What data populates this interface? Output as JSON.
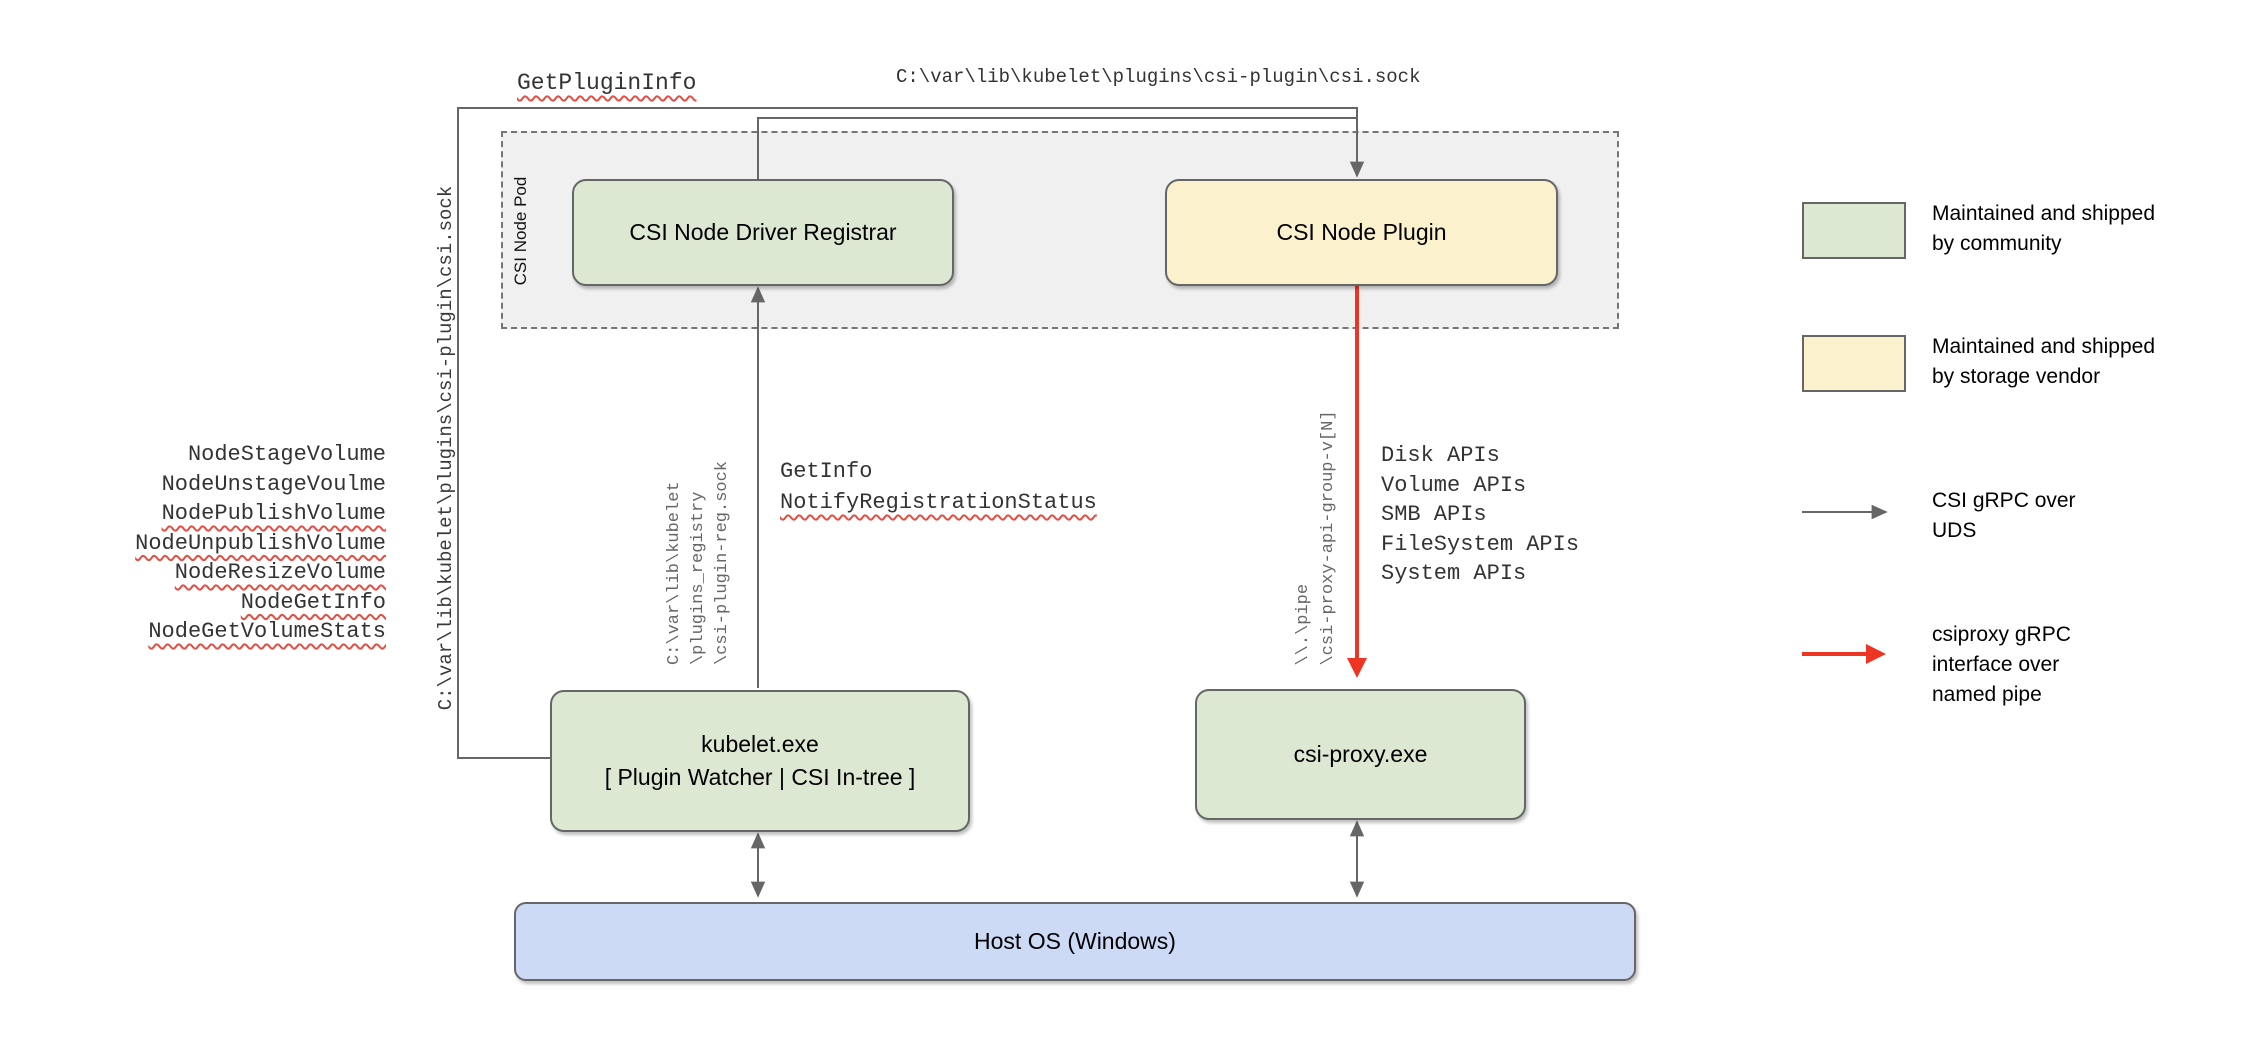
{
  "labels": {
    "get_plugin_info": "GetPluginInfo",
    "csi_sock_top": "C:\\var\\lib\\kubelet\\plugins\\csi-plugin\\csi.sock",
    "csi_sock_left": "C:\\var\\lib\\kubelet\\plugins\\csi-plugin\\csi.sock",
    "get_info": "GetInfo",
    "notify_registration_status": "NotifyRegistrationStatus"
  },
  "pod": {
    "label": "CSI Node Pod",
    "registrar": "CSI Node Driver Registrar",
    "plugin": "CSI Node Plugin"
  },
  "nodes": {
    "kubelet": "kubelet.exe\n[ Plugin Watcher | CSI In-tree ]",
    "csi_proxy": "csi-proxy.exe",
    "host_os": "Host OS (Windows)"
  },
  "node_methods": [
    "NodeStageVolume",
    "NodeUnstageVoulme",
    "NodePublishVolume",
    "NodeUnpublishVolume",
    "NodeResizeVolume",
    "NodeGetInfo",
    "NodeGetVolumeStats"
  ],
  "registration_socket_lines": [
    "C:\\var\\lib\\kubelet",
    "\\plugins_registry",
    "\\csi-plugin-reg.sock"
  ],
  "named_pipe_lines": [
    "\\\\.\\pipe",
    "\\csi-proxy-api-group-v[N]"
  ],
  "api_groups": [
    "Disk APIs",
    "Volume APIs",
    "SMB APIs",
    "FileSystem APIs",
    "System APIs"
  ],
  "legend": {
    "community": "Maintained and shipped\nby community",
    "vendor": "Maintained and shipped\nby storage vendor",
    "uds": "CSI gRPC over\nUDS",
    "pipe": "csiproxy gRPC\ninterface over\nnamed pipe"
  },
  "colors": {
    "community_fill": "#dde8d3",
    "vendor_fill": "#fbf1cc",
    "host_fill": "#ccdaf5",
    "pod_fill": "#f0f0f0",
    "uds_arrow": "#666666",
    "pipe_arrow": "#ee3524",
    "squiggle": "#e05044"
  }
}
